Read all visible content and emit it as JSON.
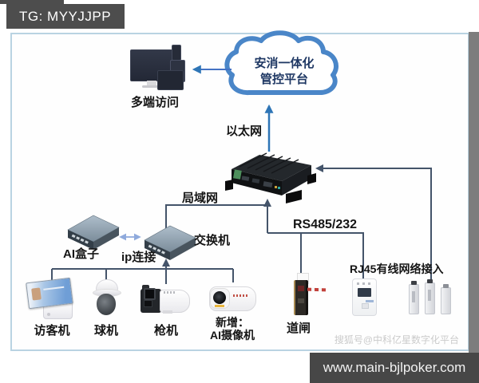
{
  "header": {
    "tg": "TG: MYYJJPP"
  },
  "cloud": {
    "line1": "安消一体化",
    "line2": "管控平台"
  },
  "labels": {
    "multi_terminal": "多端访问",
    "ethernet": "以太网",
    "lan": "局域网",
    "ai_box": "AI盒子",
    "switch": "交换机",
    "ip_conn": "ip连接",
    "rs485": "RS485/232",
    "rj45": "RJ45有线网络接入",
    "visitor": "访客机",
    "dome": "球机",
    "bullet": "枪机",
    "ai_cam_line1": "新增：",
    "ai_cam_line2": "AI摄像机",
    "barrier": "道闸"
  },
  "footer": {
    "watermark": "搜狐号@中科亿星数字化平台",
    "url": "www.main-bjlpoker.com"
  },
  "colors": {
    "cloud_stroke": "#4a86c8",
    "connector": "#44546a",
    "arrow_blue": "#2e75b6",
    "light_arrow": "#8faadc",
    "bar_dark": "#4d4d4d",
    "panel_border": "#b9d3e2"
  }
}
